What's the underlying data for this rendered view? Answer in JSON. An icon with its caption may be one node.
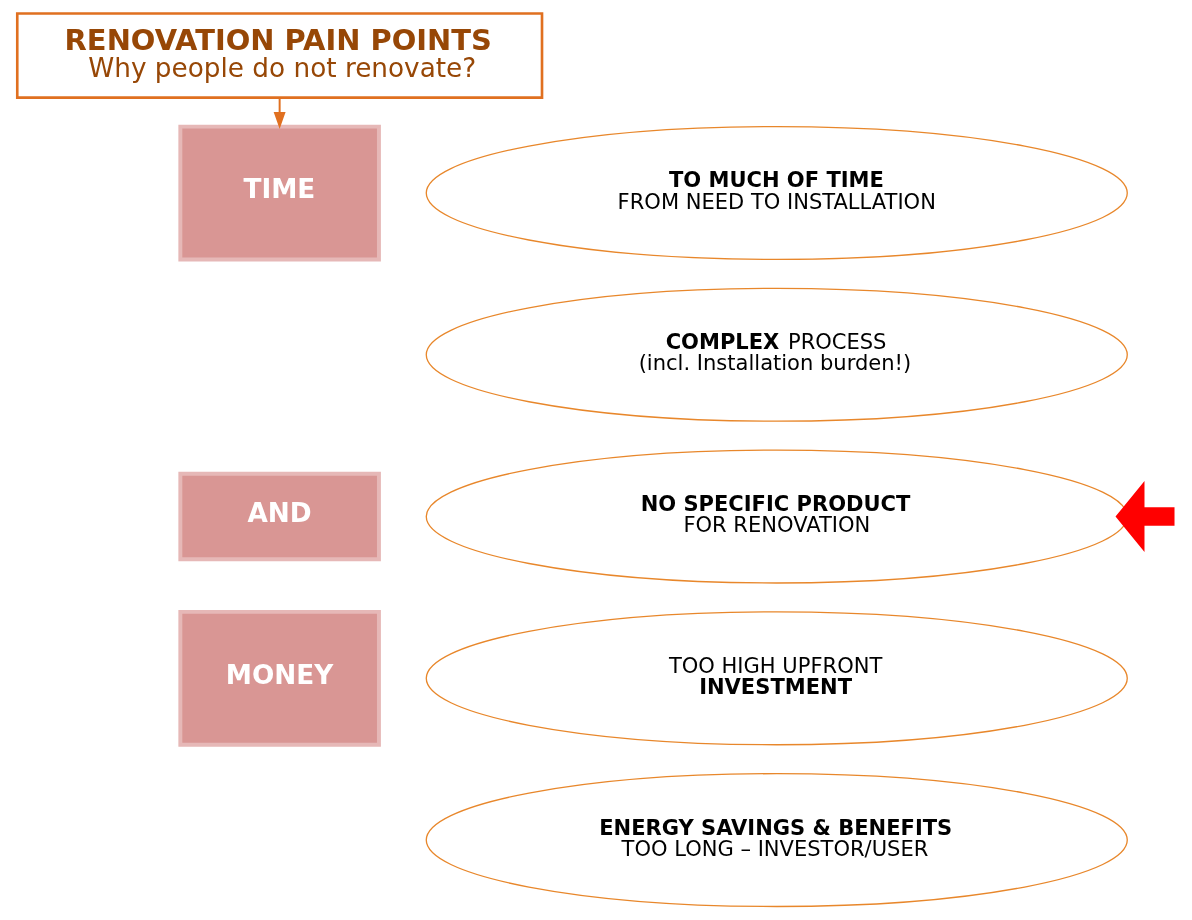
{
  "diagram": {
    "nodes": [
      {
        "text": [
          "RENOVATION PAIN POINTS",
          "Why people do not renovate?"
        ]
      },
      {
        "text": [
          "TIME"
        ]
      },
      {
        "text": [
          "AND"
        ]
      },
      {
        "text": [
          "MONEY"
        ]
      },
      {
        "text": [
          "TO MUCH OF TIME",
          "FROM NEED TO INSTALLATION"
        ]
      },
      {
        "text": [
          "**COMPLEX** PROCESS",
          "(incl. Installation burden!)"
        ]
      },
      {
        "text": [
          "NO SPECIFIC PRODUCT",
          "FOR RENOVATION"
        ]
      },
      {
        "text": [
          "TOO HIGH UPFRONT",
          "INVESTMENT"
        ]
      },
      {
        "text": [
          "ENERGY SAVINGS & BENEFITS",
          "TOO LONG – INVESTOR/USER"
        ]
      }
    ],
    "edges": [
      {
        "from": 0,
        "to": 1,
        "arrow": "to"
      },
      {
        "from": null,
        "to": 6,
        "arrow": "to",
        "style": "thick",
        "color": "#ff0000"
      }
    ]
  }
}
